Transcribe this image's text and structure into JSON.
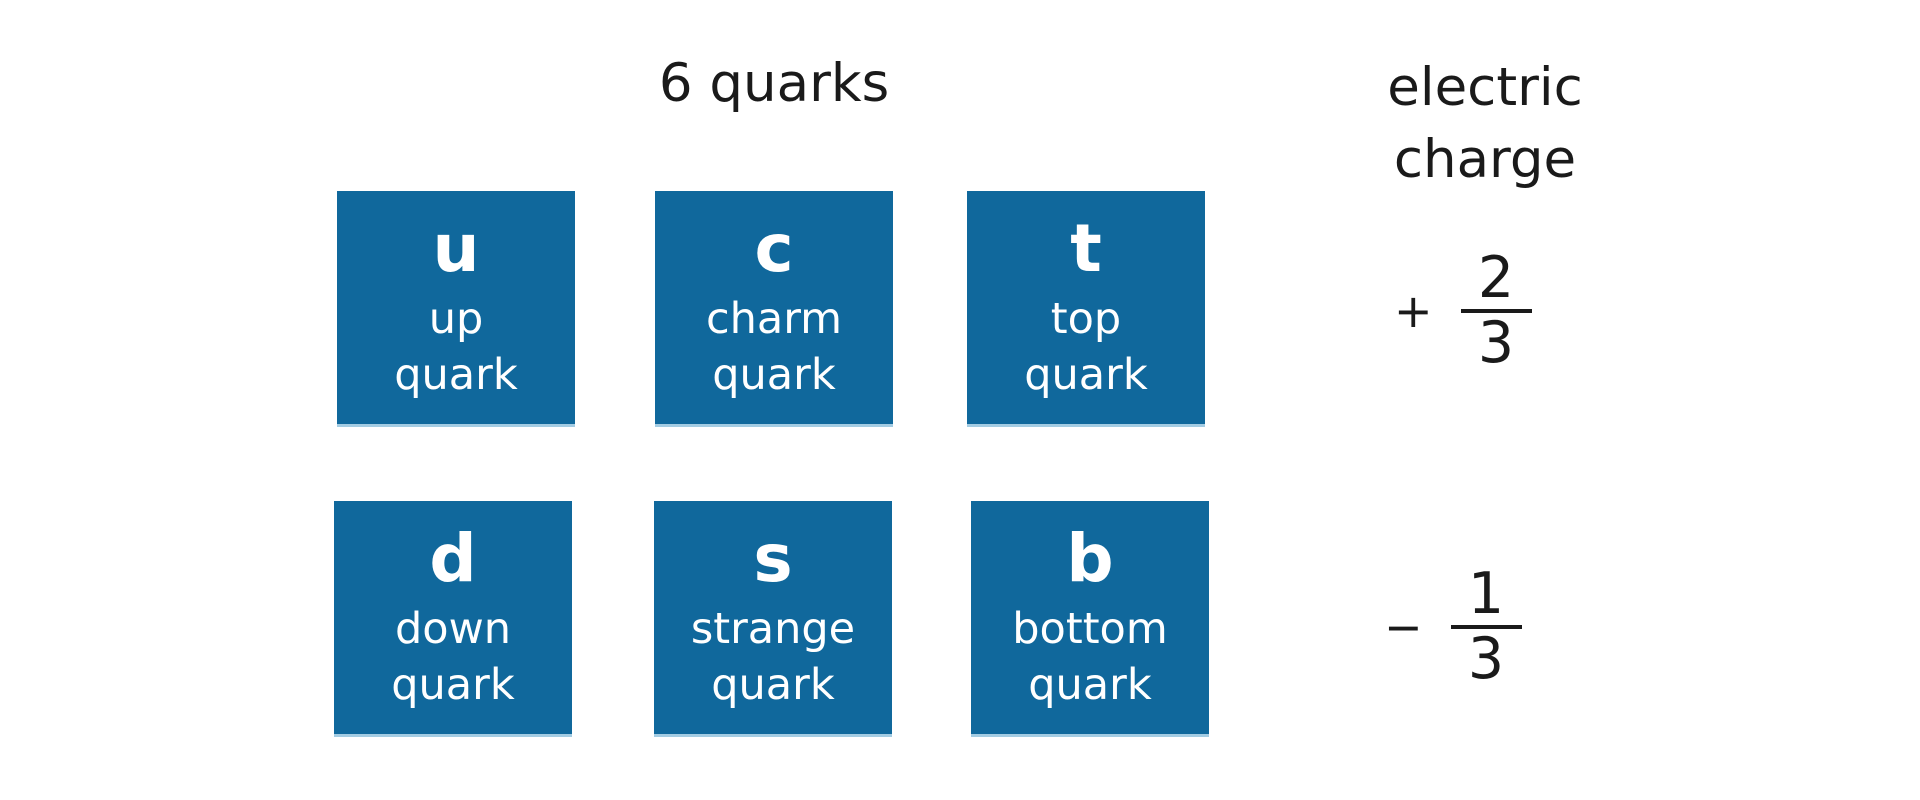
{
  "title": "6 quarks",
  "charge_header": {
    "line1": "electric",
    "line2": "charge"
  },
  "quarks": [
    {
      "symbol": "u",
      "name_line1": "up",
      "name_line2": "quark",
      "row": 1,
      "column": 1
    },
    {
      "symbol": "c",
      "name_line1": "charm",
      "name_line2": "quark",
      "row": 1,
      "column": 2
    },
    {
      "symbol": "t",
      "name_line1": "top",
      "name_line2": "quark",
      "row": 1,
      "column": 3
    },
    {
      "symbol": "d",
      "name_line1": "down",
      "name_line2": "quark",
      "row": 2,
      "column": 1
    },
    {
      "symbol": "s",
      "name_line1": "strange",
      "name_line2": "quark",
      "row": 2,
      "column": 2
    },
    {
      "symbol": "b",
      "name_line1": "bottom",
      "name_line2": "quark",
      "row": 2,
      "column": 3
    }
  ],
  "charges": [
    {
      "sign": "+",
      "numerator": "2",
      "denominator": "3",
      "applies_to_row": 1
    },
    {
      "sign": "−",
      "numerator": "1",
      "denominator": "3",
      "applies_to_row": 2
    }
  ],
  "colors": {
    "card_blue": "#10689c",
    "card_bottom_edge": "#a3cce3",
    "text_on_card": "#ffffff",
    "text_black": "#1a1a1a",
    "background": "#ffffff"
  }
}
